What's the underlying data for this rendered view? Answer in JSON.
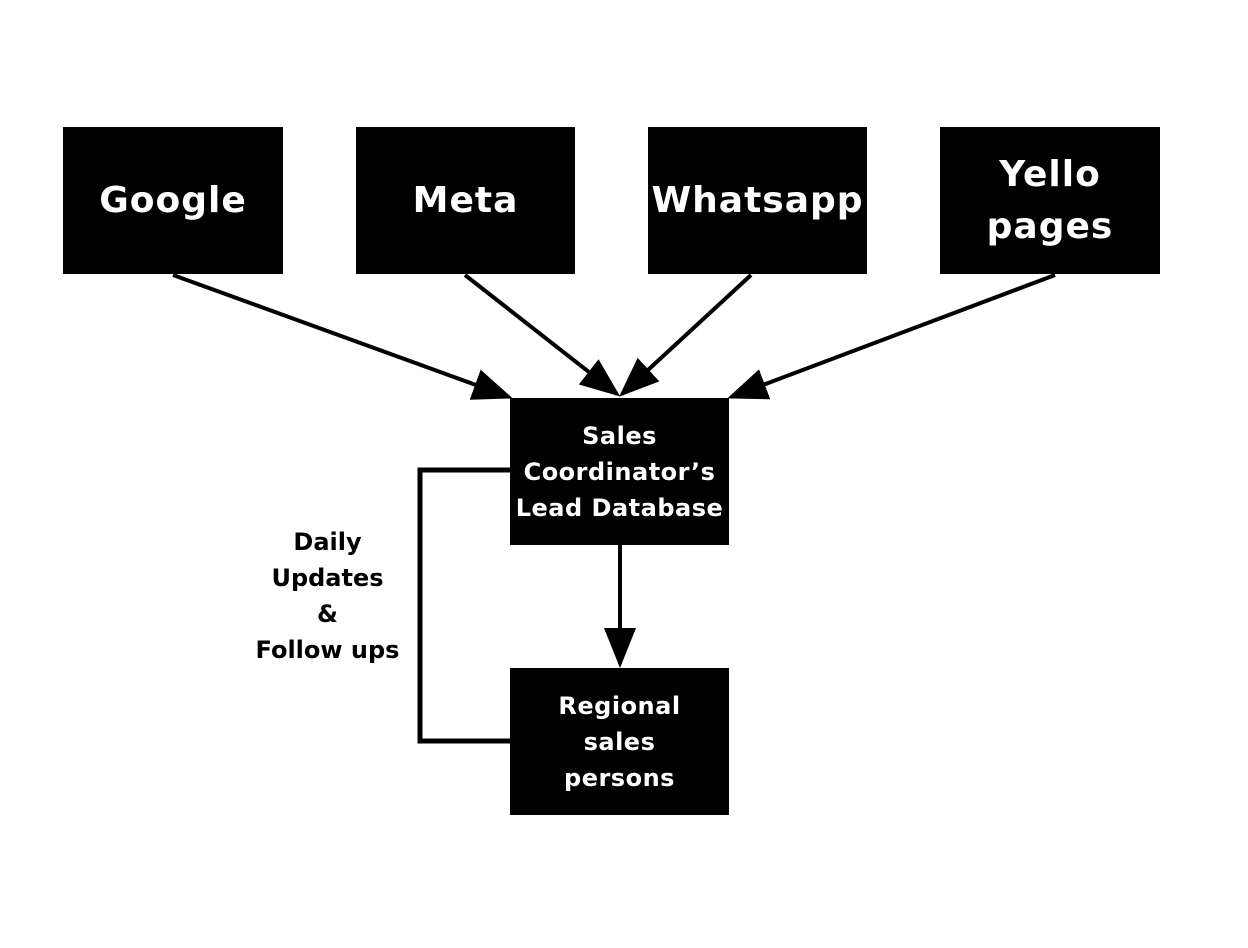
{
  "diagram": {
    "nodes": {
      "google": "Google",
      "meta": "Meta",
      "whatsapp": "Whatsapp",
      "yello_pages": "Yello\npages",
      "lead_database": "Sales\nCoordinator’s\nLead Database",
      "regional_sales": "Regional\nsales\npersons"
    },
    "edges": [
      {
        "from": "google",
        "to": "lead_database"
      },
      {
        "from": "meta",
        "to": "lead_database"
      },
      {
        "from": "whatsapp",
        "to": "lead_database"
      },
      {
        "from": "yello_pages",
        "to": "lead_database"
      },
      {
        "from": "lead_database",
        "to": "regional_sales"
      },
      {
        "from": "regional_sales",
        "to": "lead_database",
        "label": "loop_label"
      }
    ],
    "loop_label": "Daily\nUpdates\n&\nFollow ups"
  },
  "colors": {
    "node_fill": "#000000",
    "node_text": "#ffffff",
    "line": "#000000",
    "background": "#ffffff"
  }
}
